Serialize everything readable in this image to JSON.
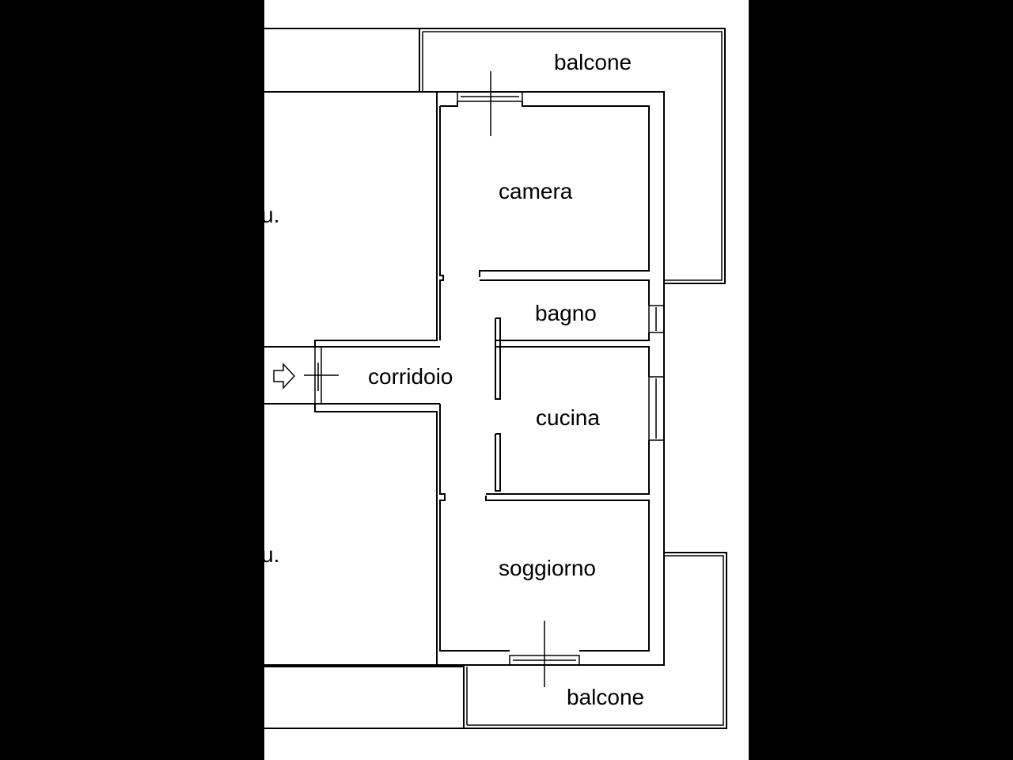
{
  "rooms": {
    "balcone_top": "balcone",
    "camera": "camera",
    "bagno": "bagno",
    "corridoio": "corridoio",
    "cucina": "cucina",
    "soggiorno": "soggiorno",
    "balcone_bottom": "balcone",
    "neighbor_top": "u.",
    "neighbor_bottom": "u."
  },
  "icons": {
    "entrance": "entrance-arrow-icon"
  },
  "colors": {
    "background": "#000000",
    "paper": "#ffffff",
    "ink": "#000000"
  }
}
